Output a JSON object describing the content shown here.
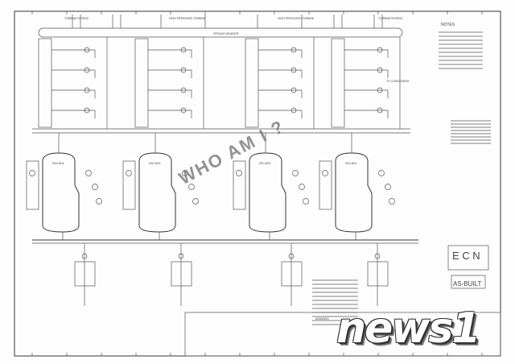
{
  "drawing": {
    "steam_header": "STEAM HEADER",
    "top_labels": [
      "TURBINE BYPASS",
      "HIGH PRESSURE TURBINE",
      "HIGH PRESSURE TURBINE",
      "TURBINE BYPASS"
    ],
    "vessels": [
      "DD1-B04",
      "DD1-B03",
      "DD1-B02",
      "DD1-B01"
    ],
    "notes_title": "NOTES",
    "condenser_label": "TO CONDENSER",
    "ecn": "E C N",
    "as_built": "AS-BUILT",
    "title_block": "DRAWING"
  },
  "watermark": "WHO AM I ?",
  "logo": "news1"
}
